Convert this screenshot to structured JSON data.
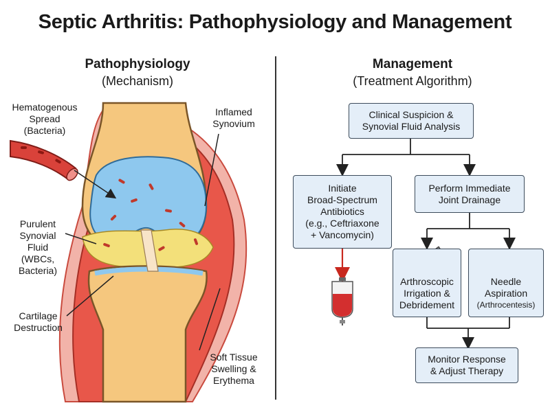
{
  "title": "Septic Arthritis: Pathophysiology and Management",
  "left": {
    "heading": "Pathophysiology",
    "subheading": "(Mechanism)",
    "labels": {
      "hematogenous_1": "Hematogenous",
      "hematogenous_2": "Spread",
      "hematogenous_3": "(Bacteria)",
      "synovium_1": "Inflamed",
      "synovium_2": "Synovium",
      "purulent_1": "Purulent",
      "purulent_2": "Synovial",
      "purulent_3": "Fluid",
      "purulent_4": "(WBCs,",
      "purulent_5": "Bacteria)",
      "cartilage_1": "Cartilage",
      "cartilage_2": "Destruction",
      "swelling_1": "Soft Tissue",
      "swelling_2": "Swelling &",
      "swelling_3": "Erythema"
    }
  },
  "right": {
    "heading": "Management",
    "subheading": "(Treatment Algorithm)",
    "boxes": {
      "suspicion_1": "Clinical Suspicion &",
      "suspicion_2": "Synovial Fluid Analysis",
      "antibiotics_1": "Initiate",
      "antibiotics_2": "Broad-Spectrum",
      "antibiotics_3": "Antibiotics",
      "antibiotics_4": "(e.g., Ceftriaxone",
      "antibiotics_5": "+ Vancomycin)",
      "drainage_1": "Perform Immediate",
      "drainage_2": "Joint Drainage",
      "arthroscopic_1": "Arthroscopic",
      "arthroscopic_2": "Irrigation &",
      "arthroscopic_3": "Debridement",
      "needle_1": "Needle",
      "needle_2": "Aspiration",
      "needle_3": "(Arthrocentesis)",
      "monitor_1": "Monitor Response",
      "monitor_2": "& Adjust Therapy"
    }
  },
  "colors": {
    "box_fill": "#e4eef8",
    "bone": "#f5c77e",
    "fluid": "#8ec8ee",
    "inflammation": "#e0453c",
    "pus": "#f3e07a"
  },
  "icons": [
    "blood-vessel-icon",
    "knee-joint-icon",
    "iv-bag-icon",
    "arthroscope-icon",
    "syringe-icon"
  ]
}
